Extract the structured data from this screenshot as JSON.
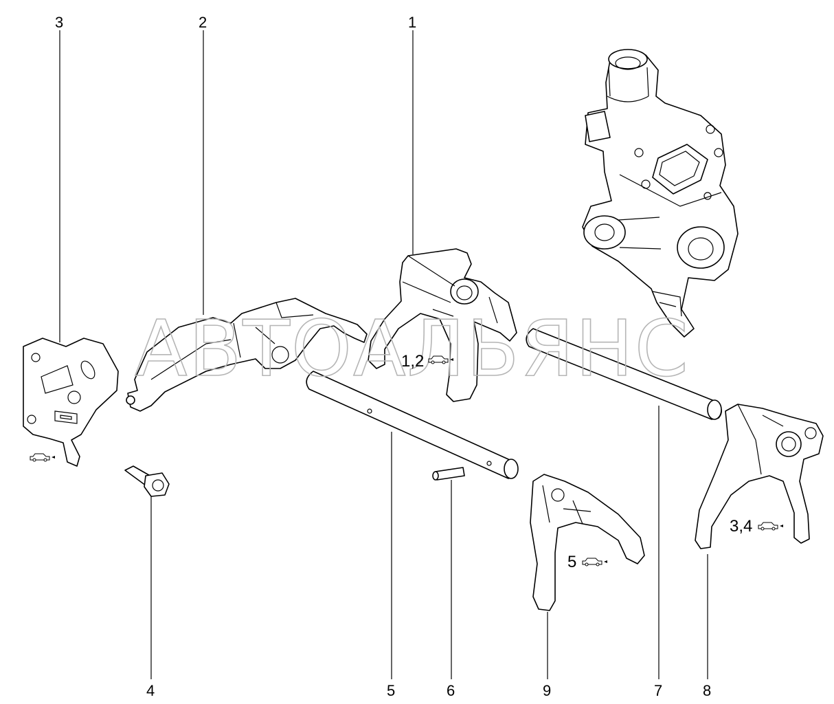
{
  "watermark": "АВТОАЛЬЯНС",
  "callouts": [
    "1",
    "2",
    "3",
    "4",
    "5",
    "6",
    "7",
    "8",
    "9"
  ],
  "gear_labels": {
    "fork_1_2": "1,2",
    "fork_5": "5",
    "fork_3_4": "3,4"
  },
  "icons": [
    "car-front-arrow-icon",
    "car-front-arrow-icon",
    "car-front-arrow-icon",
    "car-front-arrow-icon"
  ]
}
